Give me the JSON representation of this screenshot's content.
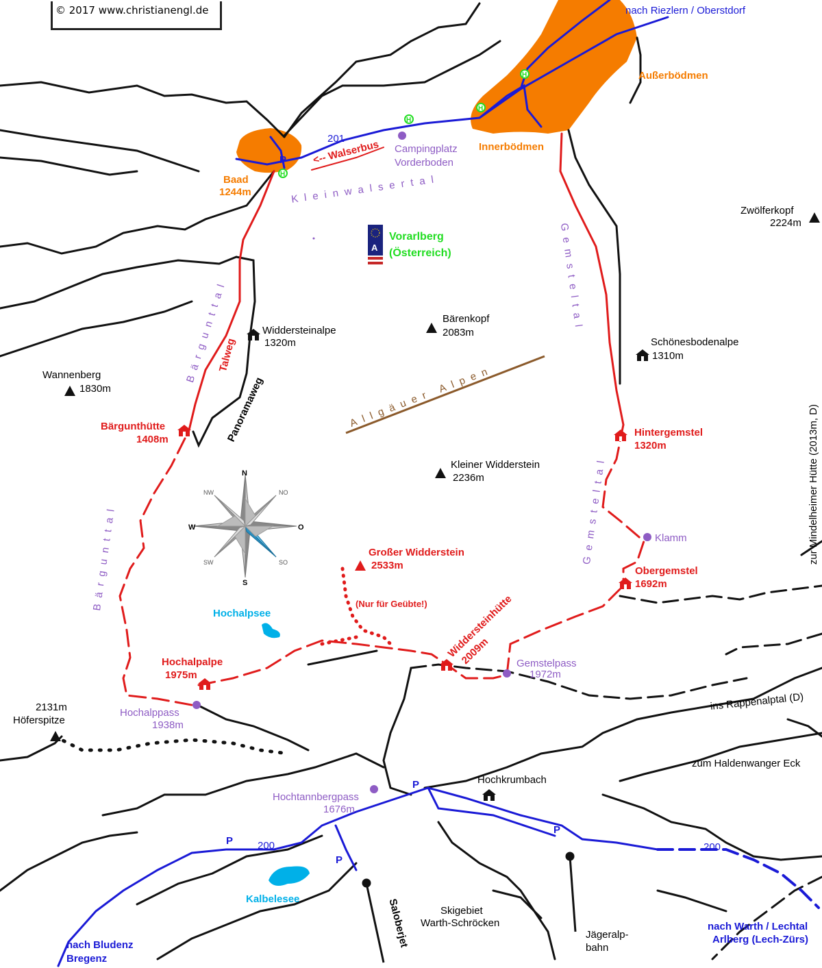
{
  "copyright": "© 2017 www.christianengl.de",
  "colors": {
    "trail_red": "#e01b1b",
    "road_blue": "#1a1ad6",
    "settlement_orange": "#f57c00",
    "label_purple": "#8e5cc4",
    "label_green": "#22dd22",
    "lake_cyan": "#00b0e8",
    "range_brown": "#8b5a2b",
    "ridge_black": "#111111"
  },
  "labels": {
    "riezlern": "nach Riezlern / Oberstdorf",
    "aussserboedmen": "Außerbödmen",
    "innerboedmen": "Innerbödmen",
    "camping1": "Campingplatz",
    "camping2": "Vorderboden",
    "baad1": "Baad",
    "baad2": "1244m",
    "walserbus": "<-- Walserbus",
    "road201": "201",
    "kleinwalsertal": "Kleinwalsertal",
    "vorarlberg1": "Vorarlberg",
    "vorarlberg2": "(Österreich)",
    "austria_badge": "A",
    "zwoelferkopf1": "Zwölferkopf",
    "zwoelferkopf2": "2224m",
    "gemsteltal": "Gemsteltal",
    "widdersteinalpe1": "Widdersteinalpe",
    "widdersteinalpe2": "1320m",
    "baerenkopf1": "Bärenkopf",
    "baerenkopf2": "2083m",
    "schoenesboden1": "Schönesbodenalpe",
    "schoenesboden2": "1310m",
    "baerguntal_top": "Bärgunttal",
    "talweg": "Talweg",
    "wannenberg1": "Wannenberg",
    "wannenberg2": "1830m",
    "panoramaweg": "Panoramaweg",
    "allgaeuer": "Allgäuer Alpen",
    "baergunthuette1": "Bärgunthütte",
    "baergunthuette2": "1408m",
    "hintergemstel1": "Hintergemstel",
    "hintergemstel2": "1320m",
    "kleiner_widderstein1": "Kleiner Widderstein",
    "kleiner_widderstein2": "2236m",
    "mindelheimer": "zur Mindelheimer Hütte (2013m, D)",
    "compass_n": "N",
    "compass_s": "S",
    "compass_w": "W",
    "compass_o": "O",
    "compass_nw": "NW",
    "compass_no": "NO",
    "compass_sw": "SW",
    "compass_so": "SO",
    "klamm": "Klamm",
    "grosser_widderstein1": "Großer Widderstein",
    "grosser_widderstein2": "2533m",
    "gemsteltal_lower": "Gemsteltal",
    "obergemstel1": "Obergemstel",
    "obergemstel2": "1692m",
    "baergunttal_low": "Bärgunttal",
    "nur_fuer": "(Nur für Geübte!)",
    "hochalpsee": "Hochalpsee",
    "widdersteinhuette1": "Widdersteinhütte",
    "widdersteinhuette2": "2009m",
    "hochalpalpe1": "Hochalpalpe",
    "hochalpalpe2": "1975m",
    "gemstelpass1": "Gemstelpass",
    "gemstelpass2": "1972m",
    "hoeferspitze1": "2131m",
    "hoeferspitze2": "Höferspitze",
    "hochalppass1": "Hochalppass",
    "hochalppass2": "1938m",
    "rappenalptal": "ins Rappenalptal (D)",
    "haldenwanger": "zum Haldenwanger Eck",
    "hochkrumbach": "Hochkrumbach",
    "hochtannbergpass1": "Hochtannbergpass",
    "hochtannbergpass2": "1676m",
    "road200a": "200",
    "road200b": "200",
    "kalbelesee": "Kalbelesee",
    "saloberjet": "Saloberjet",
    "skigebiet1": "Skigebiet",
    "skigebiet2": "Warth-Schröcken",
    "jaegeralp1": "Jägeralp-",
    "jaegeralp2": "bahn",
    "bludenz1": "nach Bludenz",
    "bludenz2": "Bregenz",
    "warth1": "nach Warth / Lechtal",
    "warth2": "Arlberg (Lech-Zürs)",
    "parking": "P",
    "bus": "H"
  }
}
